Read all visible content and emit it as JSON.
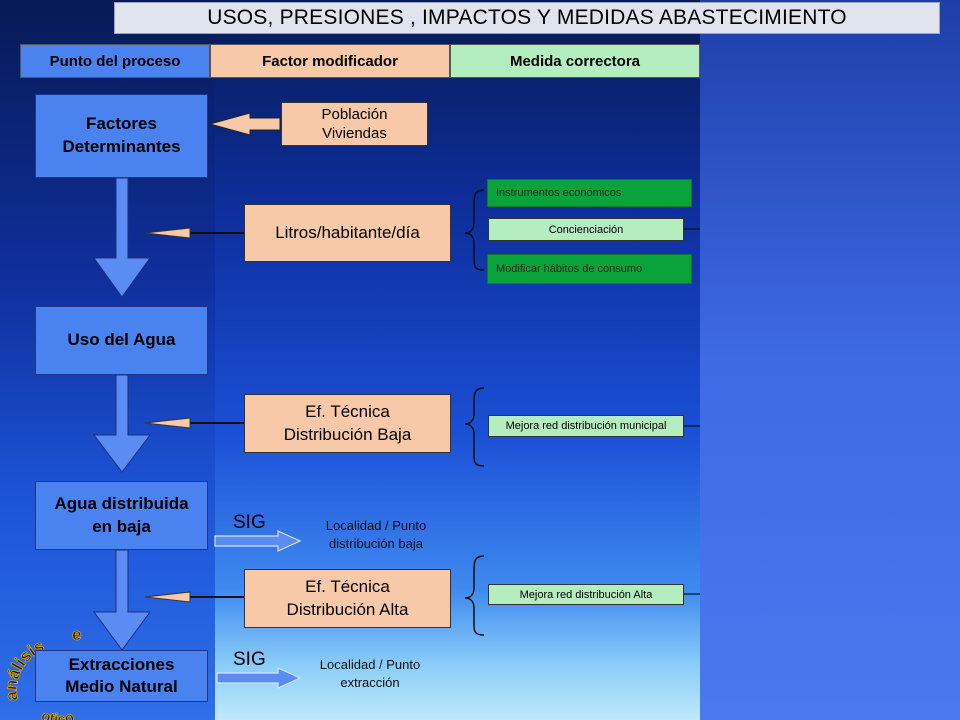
{
  "title": "USOS, PRESIONES , IMPACTOS Y MEDIDAS ABASTECIMIENTO",
  "headers": {
    "process": "Punto del proceso",
    "factor": "Factor modificador",
    "measure": "Medida correctora"
  },
  "process_steps": {
    "step1_line1": "Factores",
    "step1_line2": "Determinantes",
    "step2": "Uso del Agua",
    "step3_line1": "Agua distribuida",
    "step3_line2": "en baja",
    "step4_line1": "Extracciones",
    "step4_line2": "Medio Natural"
  },
  "factors": {
    "population_line1": "Población",
    "population_line2": "Viviendas",
    "liters": "Litros/habitante/día",
    "low_line1": "Ef. Técnica",
    "low_line2": "Distribución Baja",
    "high_line1": "Ef. Técnica",
    "high_line2": "Distribución Alta"
  },
  "measures": {
    "economic": "Instrumentos económicos",
    "awareness": "Concienciación",
    "habits": "Modificar hábitos de consumo",
    "municipal": "Mejora red distribución municipal",
    "high": "Mejora red distribución Alta"
  },
  "sig": {
    "label1": "SIG",
    "loc1_line1": "Localidad / Punto",
    "loc1_line2": "distribución baja",
    "label2": "SIG",
    "loc2_line1": "Localidad / Punto",
    "loc2_line2": "extracción"
  },
  "stamp": {
    "word1": "análisis",
    "word2": "e",
    "word3": "otico"
  },
  "colors": {
    "process_box": "#4a83ef",
    "factor_box": "#f7c9a8",
    "measure_dark": "#0aa23a",
    "measure_light": "#b4eec0",
    "header_process": "#4a83ef",
    "header_factor": "#f7c9a8",
    "header_measure": "#b4eec0"
  }
}
